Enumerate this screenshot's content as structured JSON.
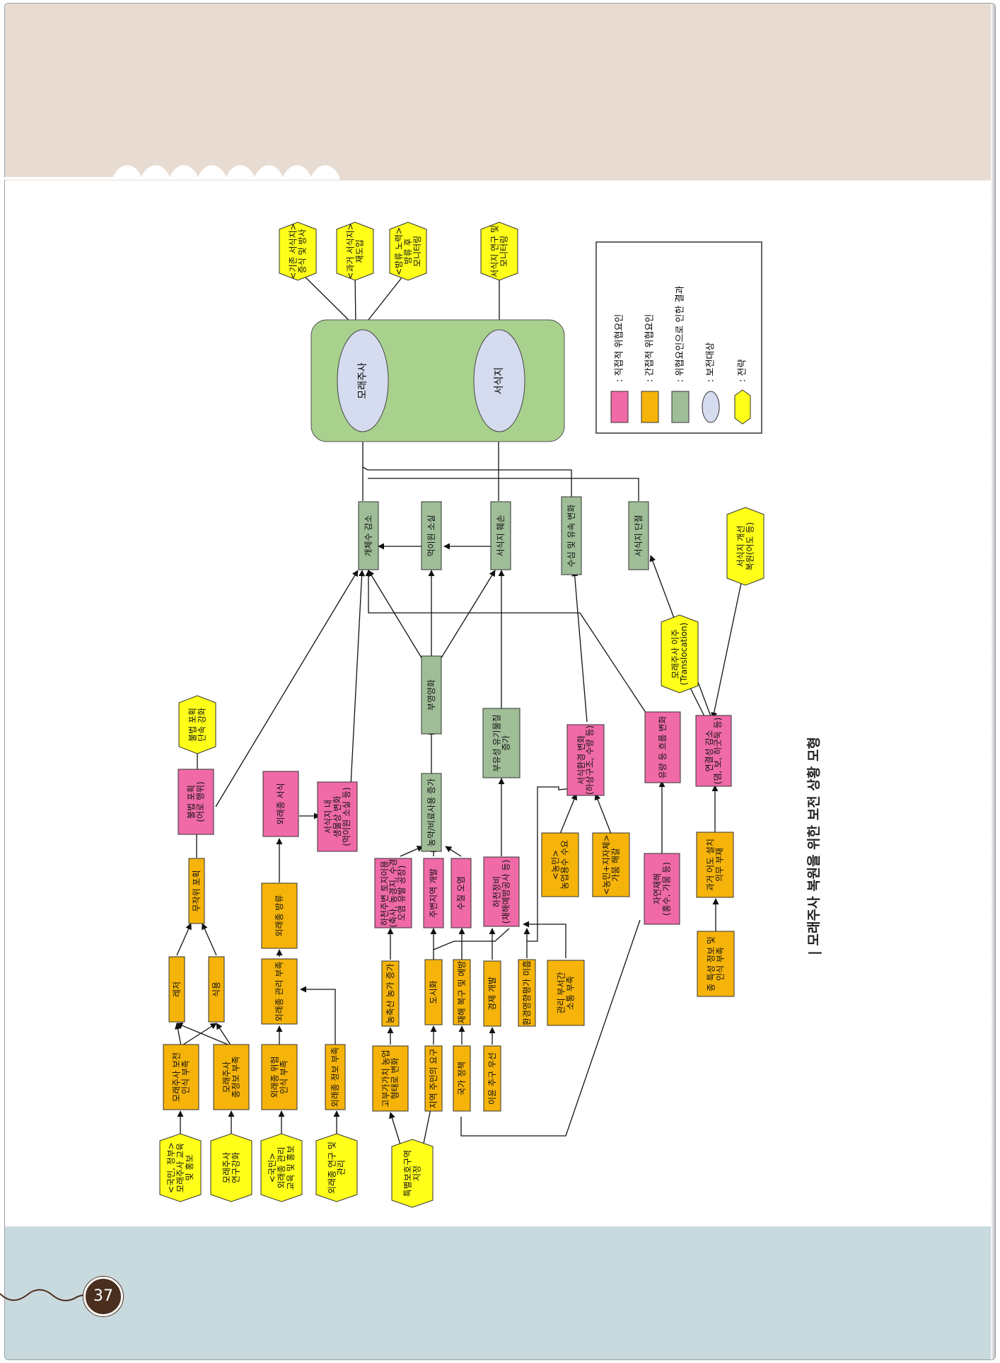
{
  "page": {
    "number": "37",
    "caption": "| 모래주사 복원을 위한 보전 상황 모형"
  },
  "colors": {
    "direct_threat": "#f06aa8",
    "indirect_threat": "#f6b40a",
    "threat_result": "#9fbe98",
    "conservation_target": "#d6dcef",
    "strategy": "#ffff1a",
    "target_box": "#a9d18e"
  },
  "legend": {
    "items": [
      {
        "label": ": 직접적 위협요인",
        "kind": "direct"
      },
      {
        "label": ": 간접적 위협요인",
        "kind": "indirect"
      },
      {
        "label": ": 위협요인으로 인한 결과",
        "kind": "result"
      },
      {
        "label": ": 보전대상",
        "kind": "target"
      },
      {
        "label": ": 전략",
        "kind": "strategy"
      }
    ]
  },
  "targets": [
    {
      "id": "t_fish",
      "label": "모래주사"
    },
    {
      "id": "t_habitat",
      "label": "서식지"
    }
  ],
  "nodes": [
    {
      "id": "s_existing",
      "kind": "strategy",
      "lines": [
        "<기존 서식지>",
        "증식 및 방사"
      ]
    },
    {
      "id": "s_past",
      "kind": "strategy",
      "lines": [
        "<과거 서식지>",
        "재도입"
      ]
    },
    {
      "id": "s_downstream",
      "kind": "strategy",
      "lines": [
        "<방류 노력>",
        "방류 후",
        "모니터링"
      ]
    },
    {
      "id": "s_habitat_research",
      "kind": "strategy",
      "lines": [
        "서식지 연구 및",
        "모니터링"
      ]
    },
    {
      "id": "r_pop",
      "kind": "result",
      "lines": [
        "개체수 감소"
      ]
    },
    {
      "id": "r_food",
      "kind": "result",
      "lines": [
        "먹이원 소실"
      ]
    },
    {
      "id": "r_habitat_loss",
      "kind": "result",
      "lines": [
        "서식지 훼손"
      ]
    },
    {
      "id": "r_flow",
      "kind": "result",
      "lines": [
        "수심 및 유속 변화"
      ]
    },
    {
      "id": "r_fragment",
      "kind": "result",
      "lines": [
        "서식지 단절"
      ]
    },
    {
      "id": "r_eutro",
      "kind": "result",
      "lines": [
        "부영양화"
      ]
    },
    {
      "id": "r_organic",
      "kind": "result",
      "lines": [
        "부유성 유기물질",
        "증가"
      ]
    },
    {
      "id": "r_fert",
      "kind": "result",
      "lines": [
        "농약/비료사용 증가"
      ]
    },
    {
      "id": "s_habitat_improve",
      "kind": "strategy",
      "lines": [
        "서식지 개선",
        "복원(어도 등)"
      ]
    },
    {
      "id": "s_translocation",
      "kind": "strategy",
      "lines": [
        "모래주사 이주",
        "(Translocation)"
      ]
    },
    {
      "id": "s_illegal",
      "kind": "strategy",
      "lines": [
        "불법 포획",
        "단속 강화"
      ]
    },
    {
      "id": "d_illegal",
      "kind": "direct",
      "lines": [
        "불법 포획",
        "(어로 행위)"
      ]
    },
    {
      "id": "d_exotic",
      "kind": "direct",
      "lines": [
        "외래종 서식"
      ]
    },
    {
      "id": "d_habitat_change",
      "kind": "direct",
      "lines": [
        "서식지 내",
        "생물상 변화",
        "(먹이원 소실 등)"
      ]
    },
    {
      "id": "d_habitat_env",
      "kind": "direct",
      "lines": [
        "서식환경 변화",
        "(하상구조, 수량 등)"
      ]
    },
    {
      "id": "d_flow_pattern",
      "kind": "direct",
      "lines": [
        "유량 등 흐름 변화"
      ]
    },
    {
      "id": "d_connect",
      "kind": "direct",
      "lines": [
        "연결성 감소",
        "(댐, 보, 하굿둑 등)"
      ]
    },
    {
      "id": "d_river_work",
      "kind": "direct",
      "lines": [
        "하천정비",
        "(재해예방공사 등)"
      ]
    },
    {
      "id": "d_water_pollution",
      "kind": "direct",
      "lines": [
        "수질 오염"
      ]
    },
    {
      "id": "d_surrounding",
      "kind": "direct",
      "lines": [
        "주변지역 개발"
      ]
    },
    {
      "id": "d_land_use",
      "kind": "direct",
      "lines": [
        "하천주변 토지이용",
        "(축사, 농경지, 수경",
        "오염 유발 공장)"
      ]
    },
    {
      "id": "d_natural",
      "kind": "direct",
      "lines": [
        "자연재해",
        "(홍수, 가뭄 등)"
      ]
    },
    {
      "id": "i_random",
      "kind": "indirect",
      "lines": [
        "무작위 포획"
      ]
    },
    {
      "id": "i_leisure",
      "kind": "indirect",
      "lines": [
        "레저"
      ]
    },
    {
      "id": "i_food",
      "kind": "indirect",
      "lines": [
        "식용"
      ]
    },
    {
      "id": "i_awareness",
      "kind": "indirect",
      "lines": [
        "모래주사 보전",
        "인식 부족"
      ]
    },
    {
      "id": "i_species_info",
      "kind": "indirect",
      "lines": [
        "모래주사",
        "종정보 부족"
      ]
    },
    {
      "id": "i_exotic_release",
      "kind": "indirect",
      "lines": [
        "외래종 방류"
      ]
    },
    {
      "id": "i_exotic_mgmt",
      "kind": "indirect",
      "lines": [
        "외래종 관리 부족"
      ]
    },
    {
      "id": "i_exotic_risk",
      "kind": "indirect",
      "lines": [
        "외래종 위험",
        "인식 부족"
      ]
    },
    {
      "id": "i_exotic_info",
      "kind": "indirect",
      "lines": [
        "외래종 정보 부족"
      ]
    },
    {
      "id": "i_farm",
      "kind": "indirect",
      "lines": [
        "농축산 농가 증가"
      ]
    },
    {
      "id": "i_highvalue",
      "kind": "indirect",
      "lines": [
        "고부가가치 농업",
        "형태로 변화"
      ]
    },
    {
      "id": "i_urban",
      "kind": "indirect",
      "lines": [
        "도시화"
      ]
    },
    {
      "id": "i_resident_demand",
      "kind": "indirect",
      "lines": [
        "지역 주민의 요구"
      ]
    },
    {
      "id": "i_disaster_prevent",
      "kind": "indirect",
      "lines": [
        "재해 복구 및 예방"
      ]
    },
    {
      "id": "i_national_policy",
      "kind": "indirect",
      "lines": [
        "국가 정책"
      ]
    },
    {
      "id": "i_economy",
      "kind": "indirect",
      "lines": [
        "경제 개발"
      ]
    },
    {
      "id": "i_profit",
      "kind": "indirect",
      "lines": [
        "이윤 추구 우선"
      ]
    },
    {
      "id": "i_eia",
      "kind": "indirect",
      "lines": [
        "환경영향평가 미흡"
      ]
    },
    {
      "id": "i_comm",
      "kind": "indirect",
      "lines": [
        "관리 부서간",
        "소통 부족"
      ]
    },
    {
      "id": "i_farmer_water",
      "kind": "indirect",
      "lines": [
        "<농민>",
        "농업용수 수요"
      ]
    },
    {
      "id": "i_farmer_flood",
      "kind": "indirect",
      "lines": [
        "<농민+지자체>",
        "가뭄 해갈"
      ]
    },
    {
      "id": "i_fishway",
      "kind": "indirect",
      "lines": [
        "과거 어도 설치",
        "의무 부재"
      ]
    },
    {
      "id": "i_eco_info",
      "kind": "indirect",
      "lines": [
        "종 특성 정보 및",
        "인식 부족"
      ]
    },
    {
      "id": "s_edu_public",
      "kind": "strategy",
      "lines": [
        "<국민, 정부>",
        "모래주사 교육",
        "및 홍보"
      ]
    },
    {
      "id": "s_research",
      "kind": "strategy",
      "lines": [
        "모래주사",
        "연구강화"
      ]
    },
    {
      "id": "s_edu_exotic",
      "kind": "strategy",
      "lines": [
        "<국민>",
        "외래종 관리",
        "교육 및 홍보"
      ]
    },
    {
      "id": "s_exotic_research",
      "kind": "strategy",
      "lines": [
        "외래종 연구 및",
        "관리"
      ]
    },
    {
      "id": "s_special_zone",
      "kind": "strategy",
      "lines": [
        "특별보호구역",
        "지정"
      ]
    }
  ]
}
